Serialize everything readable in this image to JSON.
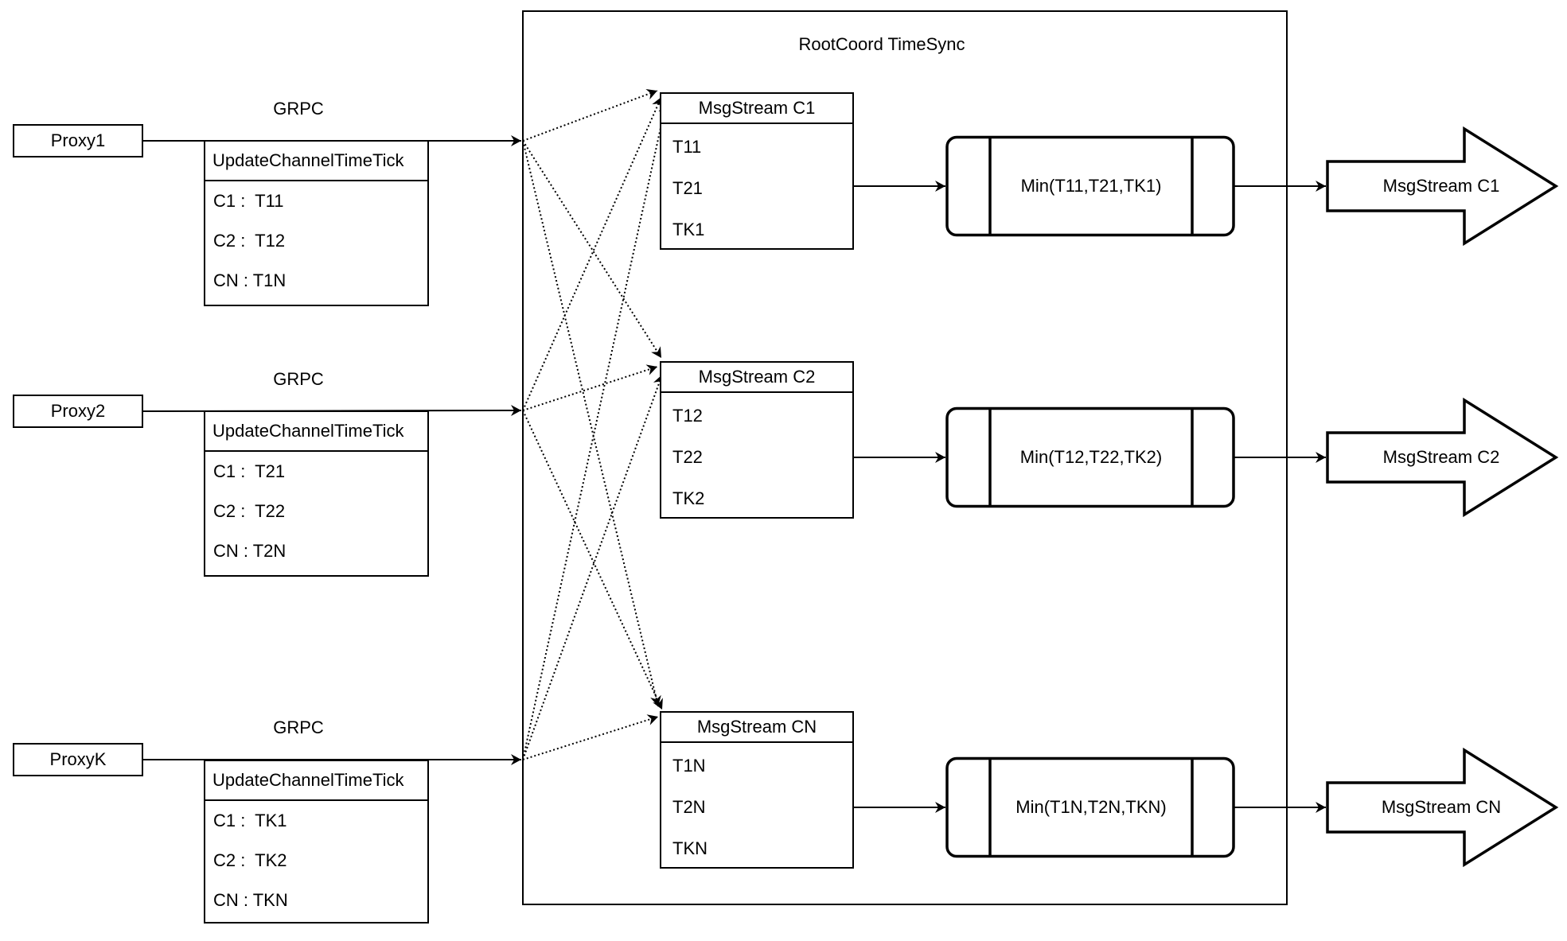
{
  "title": "RootCoord TimeSync",
  "proxies": [
    {
      "name": "Proxy1",
      "protocol": "GRPC",
      "message": {
        "header": "UpdateChannelTimeTick",
        "rows": [
          "C1 :  T11",
          "C2 :  T12",
          "CN : T1N"
        ]
      }
    },
    {
      "name": "Proxy2",
      "protocol": "GRPC",
      "message": {
        "header": "UpdateChannelTimeTick",
        "rows": [
          "C1 :  T21",
          "C2 :  T22",
          "CN : T2N"
        ]
      }
    },
    {
      "name": "ProxyK",
      "protocol": "GRPC",
      "message": {
        "header": "UpdateChannelTimeTick",
        "rows": [
          "C1 :  TK1",
          "C2 :  TK2",
          "CN : TKN"
        ]
      }
    }
  ],
  "streams": [
    {
      "header": "MsgStream C1",
      "ticks": [
        "T11",
        "T21",
        "TK1"
      ],
      "min": "Min(T11,T21,TK1)",
      "output": "MsgStream C1"
    },
    {
      "header": "MsgStream C2",
      "ticks": [
        "T12",
        "T22",
        "TK2"
      ],
      "min": "Min(T12,T22,TK2)",
      "output": "MsgStream C2"
    },
    {
      "header": "MsgStream CN",
      "ticks": [
        "T1N",
        "T2N",
        "TKN"
      ],
      "min": "Min(T1N,T2N,TKN)",
      "output": "MsgStream CN"
    }
  ],
  "colors": {
    "stroke": "#000000",
    "background": "#ffffff"
  }
}
